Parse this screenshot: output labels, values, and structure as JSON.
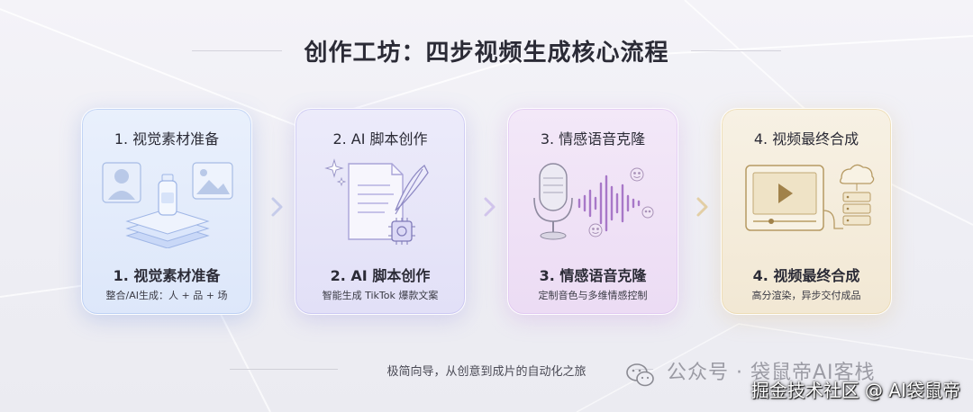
{
  "title": "创作工坊：四步视频生成核心流程",
  "steps": [
    {
      "title": "1. 视觉素材准备",
      "name": "1. 视觉素材准备",
      "desc": "整合/AI生成：人 + 品 + 场",
      "accent": "#a9c1ef"
    },
    {
      "title": "2. AI 脚本创作",
      "name": "2. AI 脚本创作",
      "desc": "智能生成 TikTok 爆款文案",
      "accent": "#b9b3ee"
    },
    {
      "title": "3. 情感语音克隆",
      "name": "3. 情感语音克隆",
      "desc": "定制音色与多维情感控制",
      "accent": "#d7b3ec"
    },
    {
      "title": "4. 视频最终合成",
      "name": "4. 视频最终合成",
      "desc": "高分渲染，异步交付成品",
      "accent": "#e8d3a4"
    }
  ],
  "icons": [
    "person-icon",
    "bottle-icon",
    "image-icon",
    "layers-icon",
    "document-icon",
    "quill-icon",
    "chip-icon",
    "sparkle-icon",
    "microphone-icon",
    "waveform-icon",
    "emoji-icon",
    "video-player-icon",
    "cloud-server-icon",
    "chevron-right-icon",
    "wechat-icon"
  ],
  "footer": "极简向导，从创意到成片的自动化之旅",
  "watermark": {
    "line1": "公众号 · 袋鼠帝AI客栈",
    "line2": "掘金技术社区 @ AI袋鼠帝"
  }
}
